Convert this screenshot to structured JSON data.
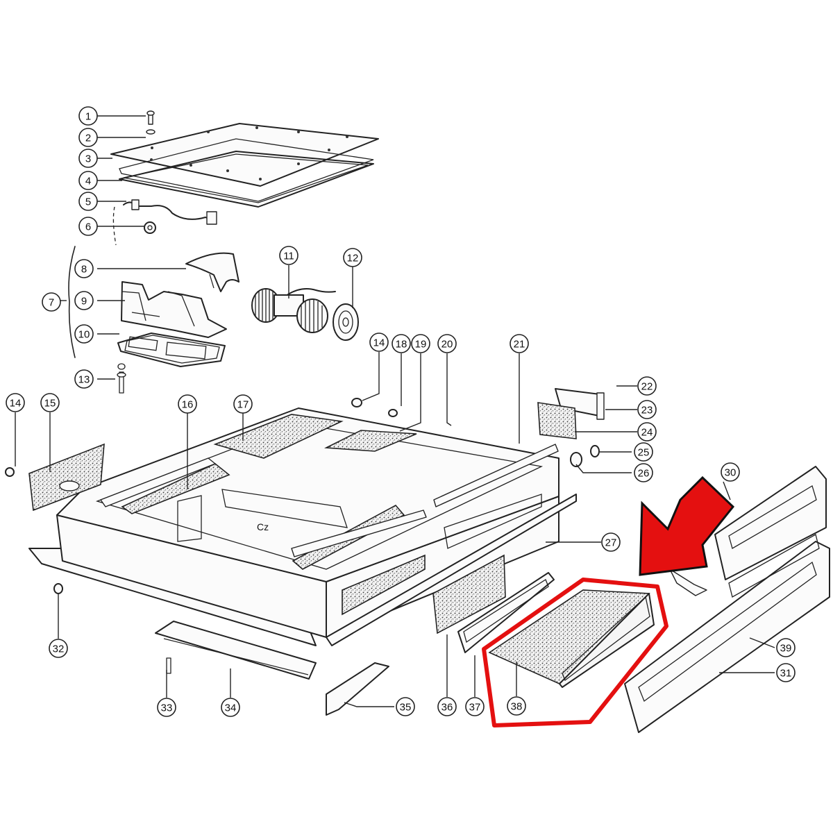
{
  "callouts": [
    {
      "id": "1",
      "label": "1"
    },
    {
      "id": "2",
      "label": "2"
    },
    {
      "id": "3",
      "label": "3"
    },
    {
      "id": "4",
      "label": "4"
    },
    {
      "id": "5",
      "label": "5"
    },
    {
      "id": "6",
      "label": "6"
    },
    {
      "id": "7",
      "label": "7"
    },
    {
      "id": "8",
      "label": "8"
    },
    {
      "id": "9",
      "label": "9"
    },
    {
      "id": "10",
      "label": "10"
    },
    {
      "id": "11",
      "label": "11"
    },
    {
      "id": "12",
      "label": "12"
    },
    {
      "id": "13",
      "label": "13"
    },
    {
      "id": "14a",
      "label": "14"
    },
    {
      "id": "14b",
      "label": "14"
    },
    {
      "id": "15",
      "label": "15"
    },
    {
      "id": "16",
      "label": "16"
    },
    {
      "id": "17",
      "label": "17"
    },
    {
      "id": "18",
      "label": "18"
    },
    {
      "id": "19",
      "label": "19"
    },
    {
      "id": "20",
      "label": "20"
    },
    {
      "id": "21",
      "label": "21"
    },
    {
      "id": "22",
      "label": "22"
    },
    {
      "id": "23",
      "label": "23"
    },
    {
      "id": "24",
      "label": "24"
    },
    {
      "id": "25",
      "label": "25"
    },
    {
      "id": "26",
      "label": "26"
    },
    {
      "id": "27",
      "label": "27"
    },
    {
      "id": "30",
      "label": "30"
    },
    {
      "id": "31",
      "label": "31"
    },
    {
      "id": "32",
      "label": "32"
    },
    {
      "id": "33",
      "label": "33"
    },
    {
      "id": "34",
      "label": "34"
    },
    {
      "id": "35",
      "label": "35"
    },
    {
      "id": "36",
      "label": "36"
    },
    {
      "id": "37",
      "label": "37"
    },
    {
      "id": "38",
      "label": "38"
    },
    {
      "id": "39",
      "label": "39"
    }
  ],
  "part_marking": "Cz",
  "highlight": {
    "part": "38",
    "color": "#e41010"
  }
}
